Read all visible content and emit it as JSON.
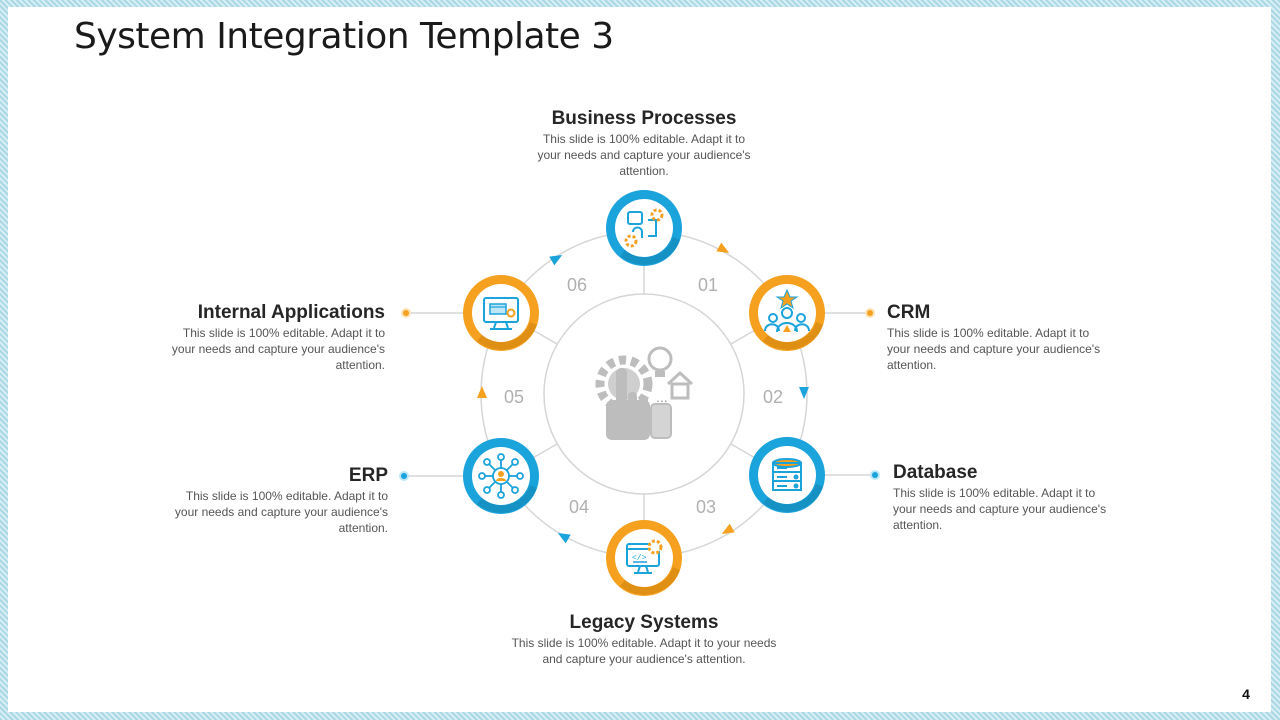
{
  "title": "System Integration Template 3",
  "page_number": "4",
  "colors": {
    "blue": "#1ba3dc",
    "orange": "#f5a11f",
    "ring_gray": "#d6d6d6",
    "hub_icon_gray": "#bdbdbd"
  },
  "center_icon": "hand-gear-bulb-icon",
  "items": [
    {
      "number": "01",
      "label": "CRM",
      "description": "This slide is 100% editable. Adapt it to your needs and capture your audience's attention.",
      "icon": "team-star-icon",
      "ring": "orange"
    },
    {
      "number": "02",
      "label": "Database",
      "description": "This slide is 100% editable. Adapt it to your needs and capture your audience's attention.",
      "icon": "database-server-icon",
      "ring": "blue"
    },
    {
      "number": "03",
      "label": "Legacy Systems",
      "description": "This slide is 100% editable. Adapt it to your needs and capture your audience's attention.",
      "icon": "monitor-code-gear-icon",
      "ring": "orange"
    },
    {
      "number": "04",
      "label": "ERP",
      "description": "This slide is 100% editable. Adapt it to your needs and capture your audience's attention.",
      "icon": "network-user-icon",
      "ring": "blue"
    },
    {
      "number": "05",
      "label": "Internal Applications",
      "description": "This slide is 100% editable. Adapt it to your needs and capture your audience's attention.",
      "icon": "monitor-app-icon",
      "ring": "orange"
    },
    {
      "number": "06",
      "label": "Business Processes",
      "description": "This slide is 100% editable. Adapt it to your needs and capture your audience's attention.",
      "icon": "process-gears-icon",
      "ring": "blue"
    }
  ]
}
